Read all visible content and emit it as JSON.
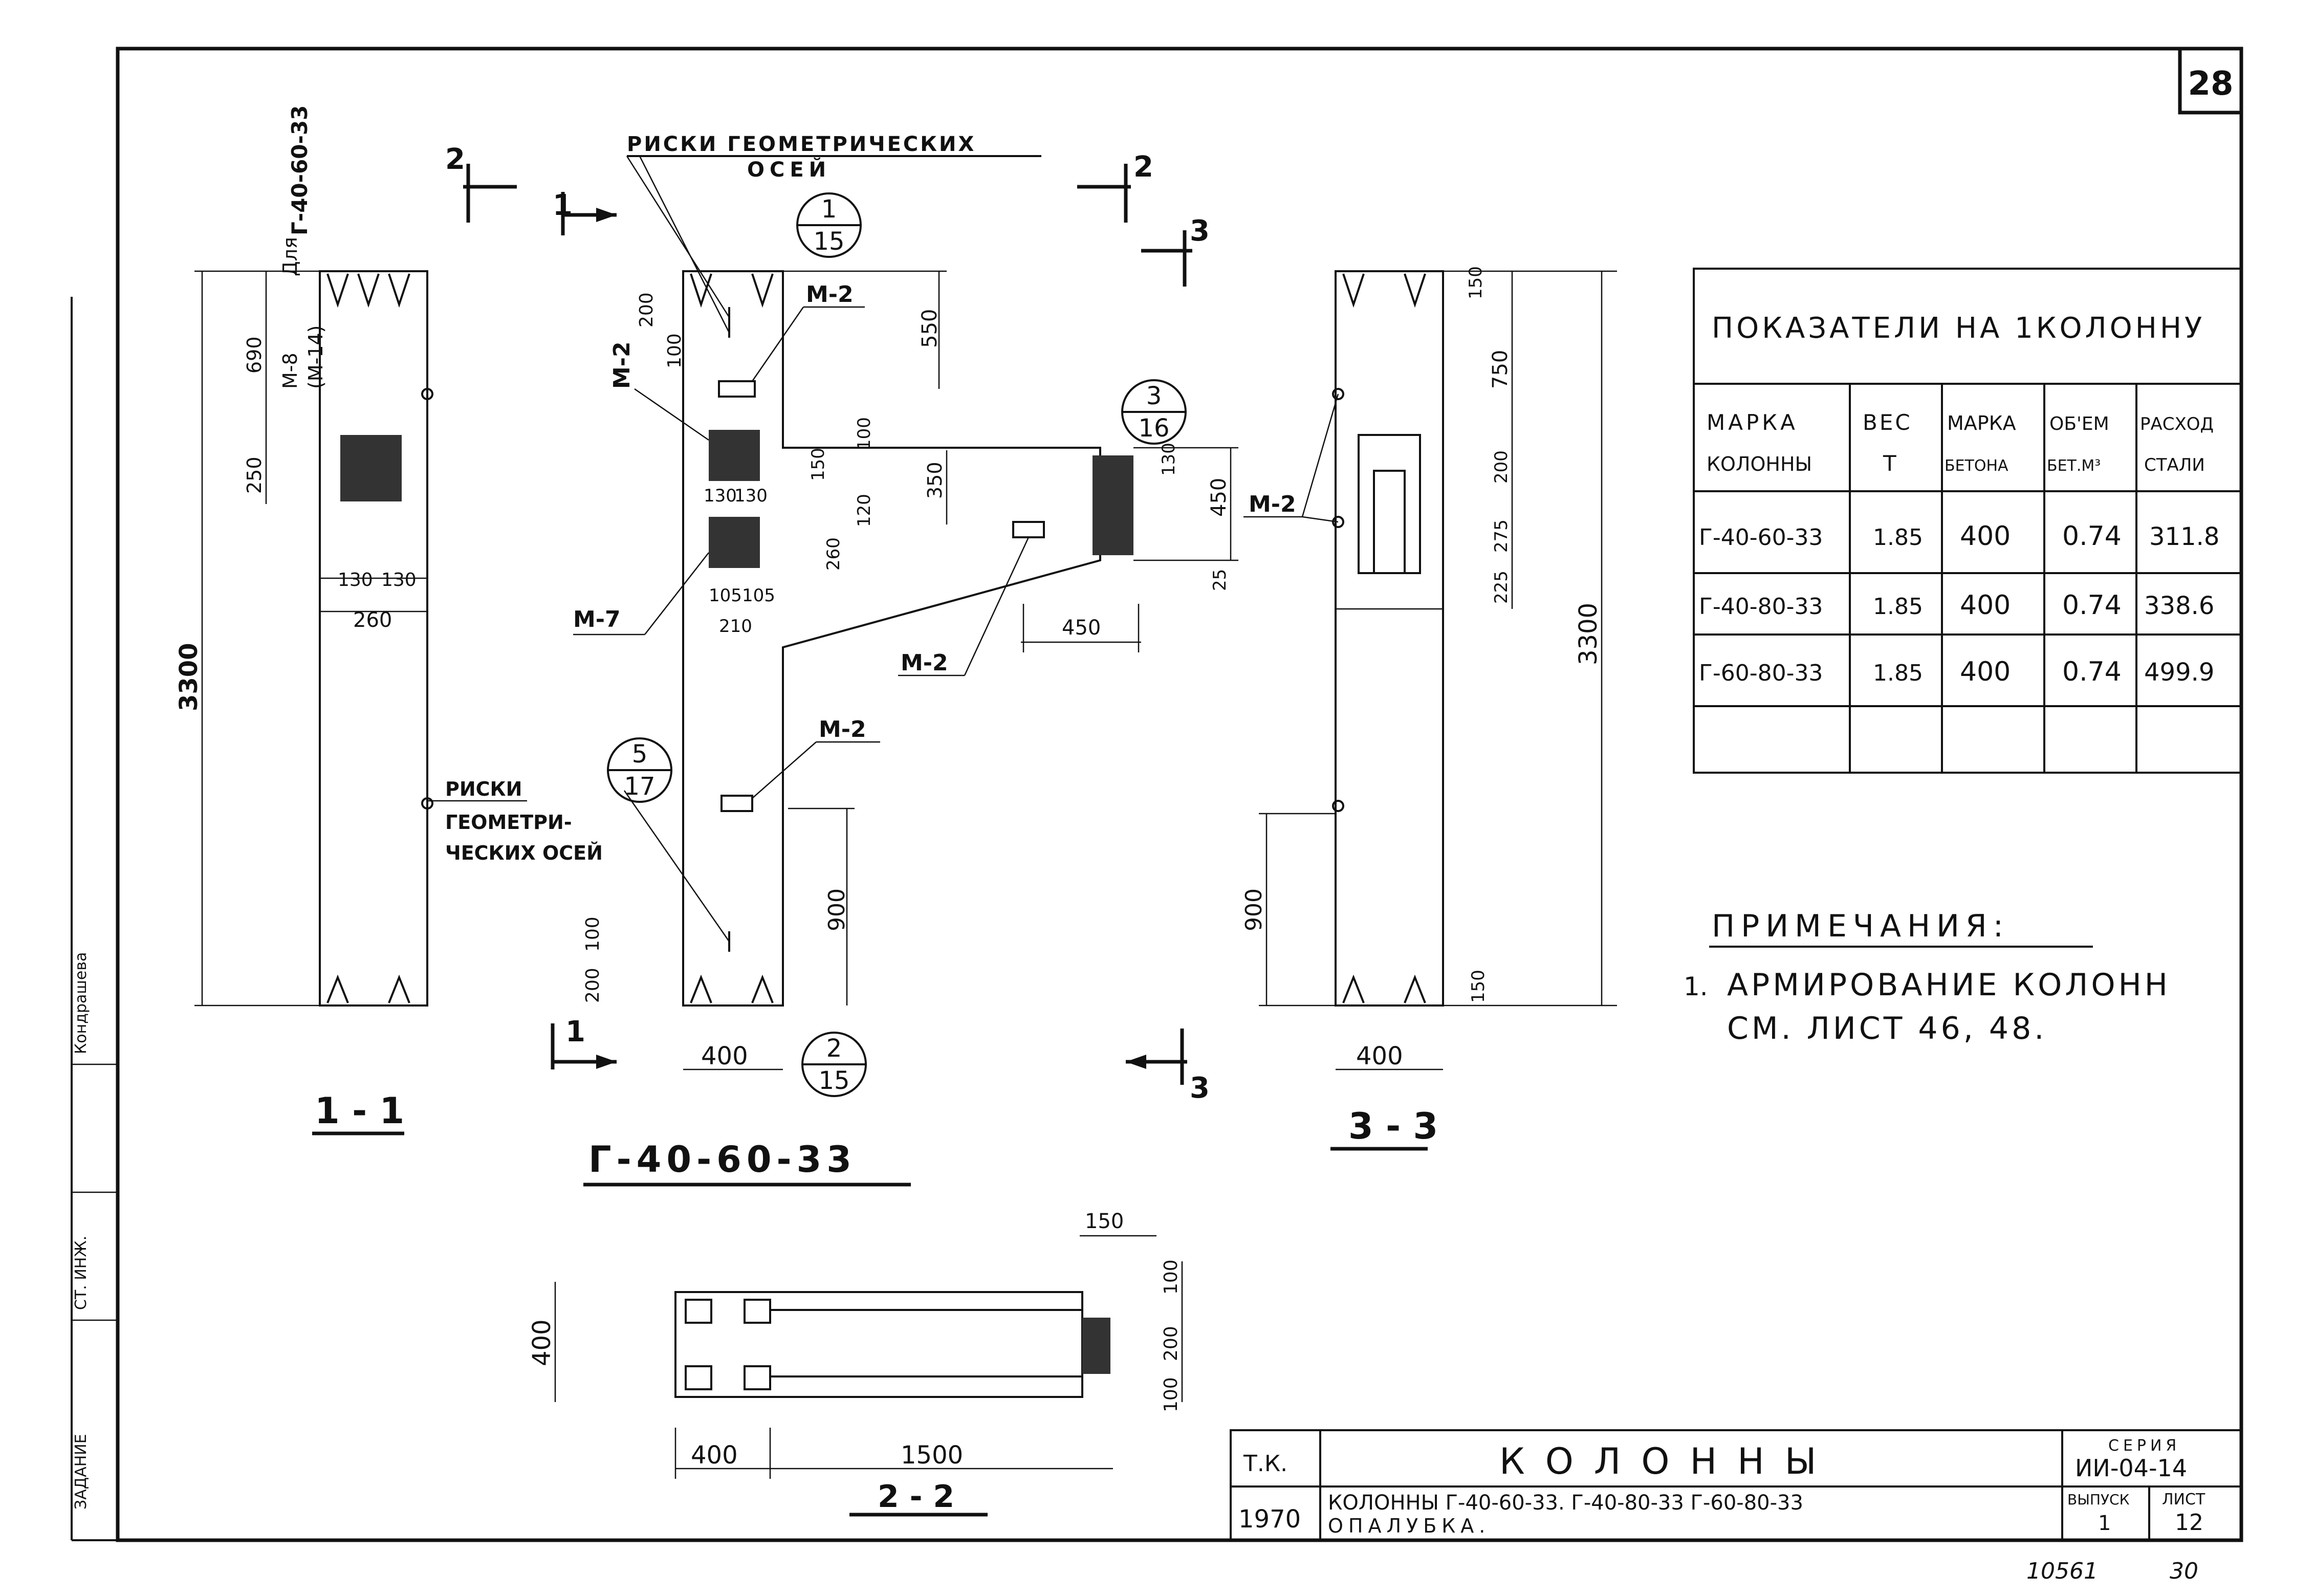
{
  "page_number": "28",
  "sheet_footer": {
    "left": "10561",
    "right": "30"
  },
  "sections": {
    "s11": "1 - 1",
    "s33": "3 - 3",
    "s22": "2 - 2",
    "main": "Г-40-60-33"
  },
  "section_marks": {
    "m1": "1",
    "m2": "2",
    "m3": "3"
  },
  "labels": {
    "risks_top_line1": "РИСКИ ГЕОМЕТРИЧЕСКИХ",
    "risks_top_line2": "ОСЕЙ",
    "risks_mid_line1": "РИСКИ",
    "risks_mid_line2": "ГЕОМЕТРИ-",
    "risks_mid_line3": "ЧЕСКИХ ОСЕЙ",
    "side_mark": "Г-40-60-33",
    "side_mark_prefix": "Для",
    "m8": "М-8",
    "m14": "(М-14)",
    "m2": "М-2",
    "m7": "М-7"
  },
  "callouts": [
    {
      "top": "1",
      "bottom": "15"
    },
    {
      "top": "3",
      "bottom": "16"
    },
    {
      "top": "5",
      "bottom": "17"
    },
    {
      "top": "2",
      "bottom": "15"
    }
  ],
  "dims": {
    "d3300a": "3300",
    "d3300b": "3300",
    "d690": "690",
    "d250": "250",
    "d130a": "130",
    "d130b": "130",
    "d260": "260",
    "d200a": "200",
    "d100a": "100",
    "d550": "550",
    "d130c": "130",
    "d130d": "130",
    "d105a": "105",
    "d105b": "105",
    "d210": "210",
    "d100b": "100",
    "d150a": "150",
    "d350": "350",
    "d120": "120",
    "d260b": "260",
    "d130e": "130",
    "d450a": "450",
    "d25": "25",
    "d450b": "450",
    "d900a": "900",
    "d200b": "200",
    "d100c": "100",
    "d400a": "400",
    "d150b": "150",
    "d750": "750",
    "d200c": "200",
    "d275": "275",
    "d225": "225",
    "d900b": "900",
    "d150c": "150",
    "d400b": "400",
    "d150d": "150",
    "d100d": "100",
    "d200d": "200",
    "d100e": "100",
    "d400c": "400",
    "d400d": "400",
    "d1500": "1500"
  },
  "table": {
    "title": "ПОКАЗАТЕЛИ НА 1КОЛОННУ",
    "headers": [
      [
        "МАРКА",
        "КОЛОННЫ"
      ],
      [
        "ВЕС",
        "Т"
      ],
      [
        "МАРКА",
        "БЕТОНА"
      ],
      [
        "ОБ'ЕМ",
        "БЕТ.М³"
      ],
      [
        "РАСХОД",
        "СТАЛИ"
      ]
    ],
    "rows": [
      [
        "Г-40-60-33",
        "1.85",
        "400",
        "0.74",
        "311.8"
      ],
      [
        "Г-40-80-33",
        "1.85",
        "400",
        "0.74",
        "338.6"
      ],
      [
        "Г-60-80-33",
        "1.85",
        "400",
        "0.74",
        "499.9"
      ]
    ]
  },
  "notes": {
    "title": "ПРИМЕЧАНИЯ:",
    "item_num": "1.",
    "line1": "АРМИРОВАНИЕ КОЛОНН",
    "line2": "СМ. ЛИСТ  46, 48."
  },
  "title_block": {
    "code": "Т.К.",
    "year": "1970",
    "title": "КОЛОННЫ",
    "subtitle1": "КОЛОННЫ Г-40-60-33. Г-40-80-33  Г-60-80-33",
    "subtitle2": "ОПАЛУБКА.",
    "series_label": "СЕРИЯ",
    "series_value": "ИИ-04-14",
    "issue_label": "ВЫПУСК",
    "issue_value": "1",
    "sheet_label": "ЛИСТ",
    "sheet_value": "12"
  },
  "stamp_cells": [
    "ЗАДАНИЕ",
    "СТ. ИНЖ.",
    "Кондрашева"
  ]
}
